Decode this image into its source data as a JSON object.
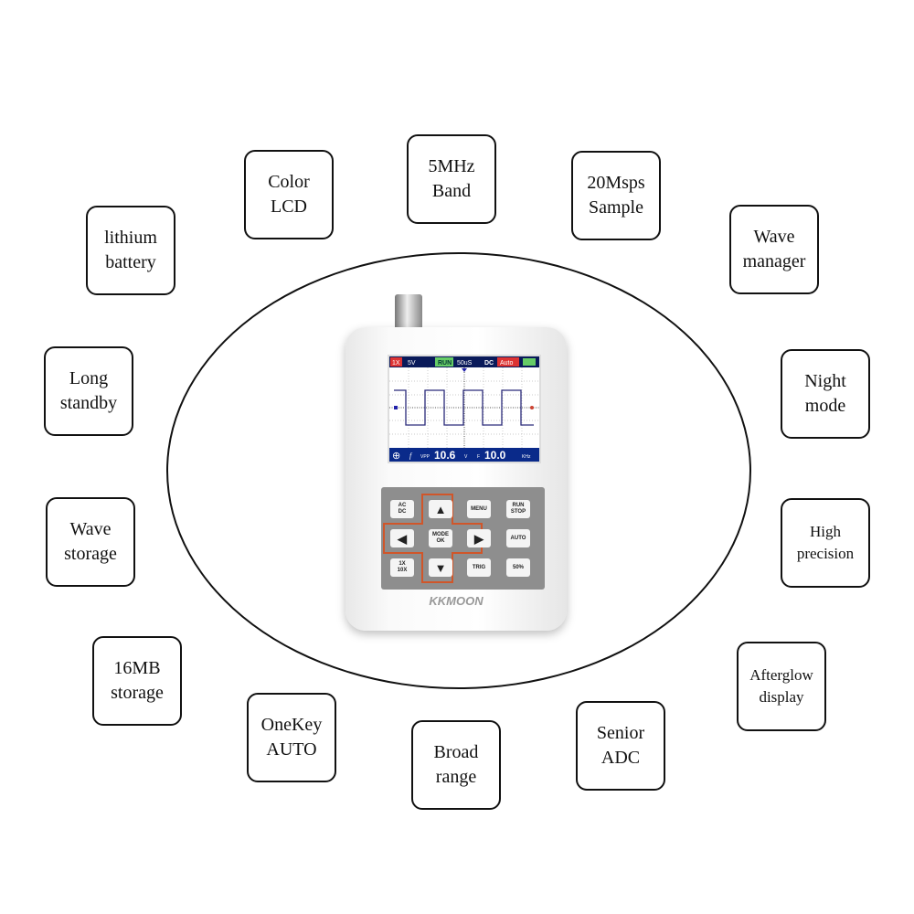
{
  "features": [
    {
      "id": "color-lcd",
      "label": "Color\nLCD"
    },
    {
      "id": "5mhz-band",
      "label": "5MHz\nBand"
    },
    {
      "id": "20msps-sample",
      "label": "20Msps\nSample"
    },
    {
      "id": "lithium-battery",
      "label": "lithium\nbattery"
    },
    {
      "id": "wave-manager",
      "label": "Wave\nmanager"
    },
    {
      "id": "long-standby",
      "label": "Long\nstandby"
    },
    {
      "id": "night-mode",
      "label": "Night\nmode"
    },
    {
      "id": "wave-storage",
      "label": "Wave\nstorage"
    },
    {
      "id": "high-precision",
      "label": "High\nprecision"
    },
    {
      "id": "16mb-storage",
      "label": "16MB\nstorage"
    },
    {
      "id": "afterglow-display",
      "label": "Afterglow\ndisplay"
    },
    {
      "id": "onekey-auto",
      "label": "OneKey\nAUTO"
    },
    {
      "id": "broad-range",
      "label": "Broad\nrange"
    },
    {
      "id": "senior-adc",
      "label": "Senior\nADC"
    }
  ],
  "screen": {
    "probe": "1X",
    "volts": "5V",
    "state": "RUN",
    "timebase": "50uS",
    "coupling": "DC",
    "trigger_mode": "Auto",
    "vpp_label": "VPP",
    "vpp": "10.6",
    "vpp_unit": "V",
    "freq_label": "F",
    "freq": "10.0",
    "freq_unit": "KHz"
  },
  "keys": [
    "AC\nDC",
    "▲",
    "MENU",
    "RUN\nSTOP",
    "◀",
    "MODE\nOK",
    "▶",
    "AUTO",
    "1X\n10X",
    "▼",
    "TRIG",
    "50%"
  ],
  "brand": "KKMOON",
  "colors": {
    "dpad_outline": "#d0562a",
    "screen_bg": "#ffffff",
    "screen_bar": "#0a2a8a",
    "wave": "#2a2a7a"
  }
}
